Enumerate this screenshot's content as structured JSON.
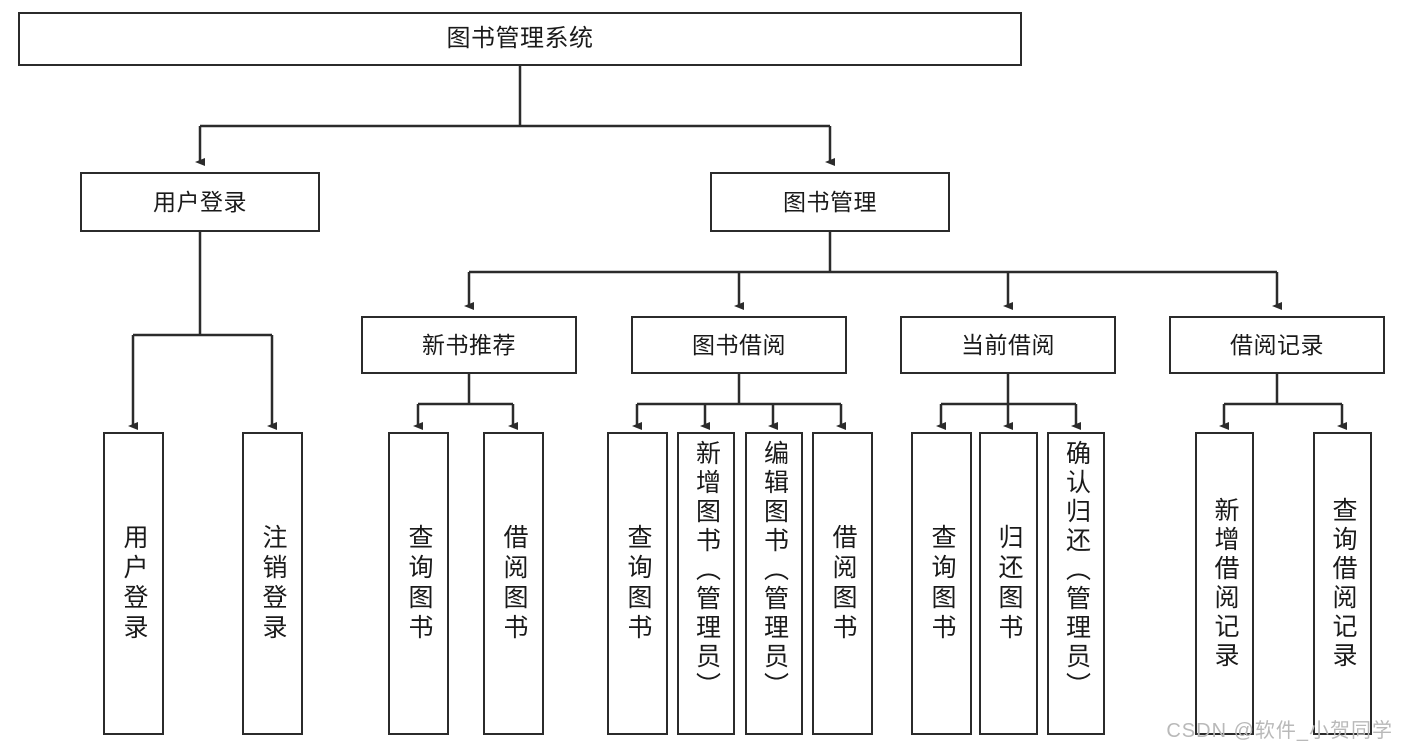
{
  "diagram": {
    "title_node": {
      "label": "图书管理系统"
    },
    "level1": [
      {
        "label": "用户登录"
      },
      {
        "label": "图书管理"
      }
    ],
    "level2": [
      {
        "label": "新书推荐"
      },
      {
        "label": "图书借阅"
      },
      {
        "label": "当前借阅"
      },
      {
        "label": "借阅记录"
      }
    ],
    "leaves": [
      {
        "label": "用户登录"
      },
      {
        "label": "注销登录"
      },
      {
        "label": "查询图书"
      },
      {
        "label": "借阅图书"
      },
      {
        "label": "查询图书"
      },
      {
        "label": "新增图书（管理员）"
      },
      {
        "label": "编辑图书（管理员）"
      },
      {
        "label": "借阅图书"
      },
      {
        "label": "查询图书"
      },
      {
        "label": "归还图书"
      },
      {
        "label": "确认归还（管理员）"
      },
      {
        "label": "新增借阅记录"
      },
      {
        "label": "查询借阅记录"
      }
    ]
  },
  "watermark": {
    "text": "CSDN @软件_小贺同学"
  },
  "colors": {
    "stroke": "#2b2b2b",
    "background": "#ffffff",
    "text": "#1a1a1a",
    "watermark": "#b9b9b9"
  }
}
